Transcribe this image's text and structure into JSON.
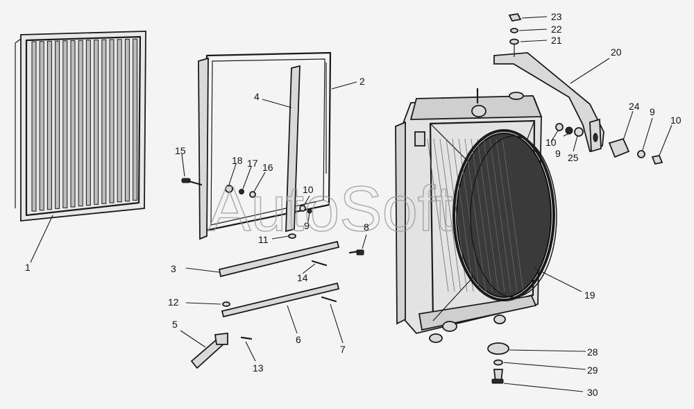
{
  "watermark": "AutoSoft",
  "callouts": [
    {
      "id": "c1",
      "label": "1"
    },
    {
      "id": "c2",
      "label": "2"
    },
    {
      "id": "c3",
      "label": "3"
    },
    {
      "id": "c4",
      "label": "4"
    },
    {
      "id": "c5",
      "label": "5"
    },
    {
      "id": "c6",
      "label": "6"
    },
    {
      "id": "c7",
      "label": "7"
    },
    {
      "id": "c8",
      "label": "8"
    },
    {
      "id": "c9a",
      "label": "9"
    },
    {
      "id": "c9b",
      "label": "9"
    },
    {
      "id": "c9c",
      "label": "9"
    },
    {
      "id": "c10a",
      "label": "10"
    },
    {
      "id": "c10b",
      "label": "10"
    },
    {
      "id": "c10c",
      "label": "10"
    },
    {
      "id": "c11",
      "label": "11"
    },
    {
      "id": "c12",
      "label": "12"
    },
    {
      "id": "c13",
      "label": "13"
    },
    {
      "id": "c14",
      "label": "14"
    },
    {
      "id": "c15",
      "label": "15"
    },
    {
      "id": "c16",
      "label": "16"
    },
    {
      "id": "c17",
      "label": "17"
    },
    {
      "id": "c18",
      "label": "18"
    },
    {
      "id": "c19",
      "label": "19"
    },
    {
      "id": "c20",
      "label": "20"
    },
    {
      "id": "c21",
      "label": "21"
    },
    {
      "id": "c22",
      "label": "22"
    },
    {
      "id": "c23",
      "label": "23"
    },
    {
      "id": "c24",
      "label": "24"
    },
    {
      "id": "c25",
      "label": "25"
    },
    {
      "id": "c28",
      "label": "28"
    },
    {
      "id": "c29",
      "label": "29"
    },
    {
      "id": "c30",
      "label": "30"
    }
  ]
}
